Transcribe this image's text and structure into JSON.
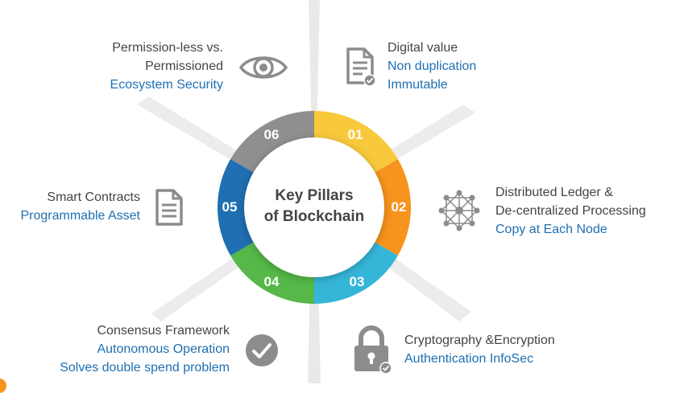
{
  "center": {
    "line1": "Key Pillars",
    "line2": "of Blockchain"
  },
  "colors": {
    "seg01": "#f9c93c",
    "seg02": "#f7941d",
    "seg03": "#35b6d8",
    "seg04": "#55b848",
    "seg05": "#1f6fb2",
    "seg06": "#8f8f8f",
    "accent_text": "#1f6fb2",
    "body_text": "#444444",
    "icon": "#8c8c8c"
  },
  "pillars": [
    {
      "num": "01",
      "icon": "document-check-icon",
      "title": "Digital value",
      "attrs": [
        "Non duplication",
        "Immutable"
      ]
    },
    {
      "num": "02",
      "icon": "network-node-icon",
      "title_lines": [
        "Distributed Ledger &",
        "De-centralized Processing"
      ],
      "attrs": [
        "Copy at Each Node"
      ]
    },
    {
      "num": "03",
      "icon": "padlock-icon",
      "title": "Cryptography &Encryption",
      "attrs": [
        "Authentication InfoSec"
      ]
    },
    {
      "num": "04",
      "icon": "check-circle-icon",
      "title": "Consensus Framework",
      "attrs": [
        "Autonomous Operation",
        "Solves double spend problem"
      ]
    },
    {
      "num": "05",
      "icon": "contract-document-icon",
      "title": "Smart Contracts",
      "attrs": [
        "Programmable Asset"
      ]
    },
    {
      "num": "06",
      "icon": "eye-icon",
      "title_lines": [
        "Permission-less vs.",
        "Permissioned"
      ],
      "attrs": [
        "Ecosystem Security"
      ]
    }
  ]
}
